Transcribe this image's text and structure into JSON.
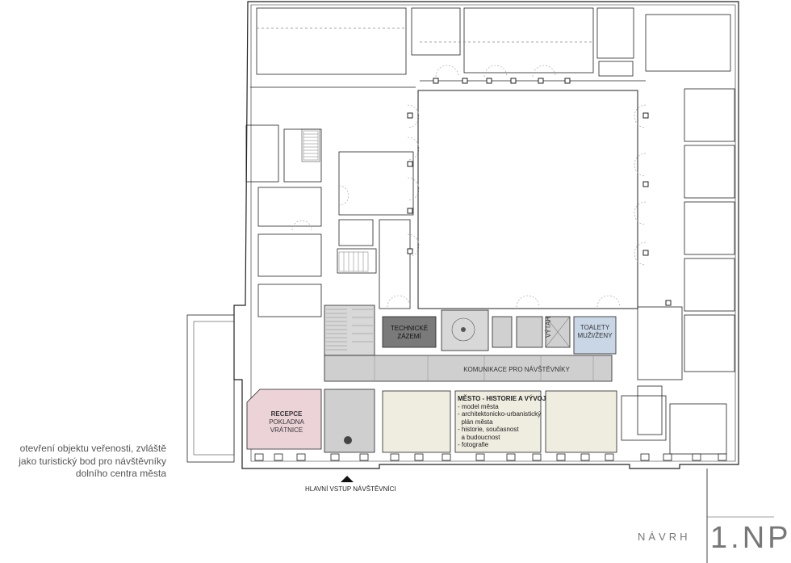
{
  "rooms": {
    "technical": [
      "TECHNICKÉ",
      "ZÁZEMÍ"
    ],
    "toilets": [
      "TOALETY",
      "MUŽI/ŽENY"
    ],
    "lift": "VÝTAH",
    "corridor": "KOMUNIKACE PRO NÁVŠTĚVNÍKY",
    "reception": [
      "RECEPCE",
      "POKLADNA",
      "VRÁTNICE"
    ]
  },
  "exhibition": {
    "title": "MĚSTO - HISTORIE A VÝVOJ",
    "items": [
      "- model města",
      "- architektonicko-urbanistický",
      "  plán města",
      "- historie, současnost",
      "  a budoucnost",
      "- fotografie"
    ]
  },
  "entrance_label": "HLAVNÍ VSTUP NÁVŠTĚVNÍCI",
  "note": [
    "otevření objektu veřenosti, zvláště",
    "jako turistický bod pro návštěvníky",
    "dolního centra města"
  ],
  "footer": {
    "label": "NÁVRH",
    "floor": "1.NP"
  },
  "colors": {
    "wall": "#222222",
    "technical_fill": "#7a7a7a",
    "toilet_fill": "#c9d6e6",
    "corridor_fill": "#cfcfcf",
    "reception_fill": "#ecd3d8",
    "exhibition_fill": "#efece0",
    "hall_fill": "#cfcfcf",
    "stairs_fill": "#d8d8d8"
  }
}
